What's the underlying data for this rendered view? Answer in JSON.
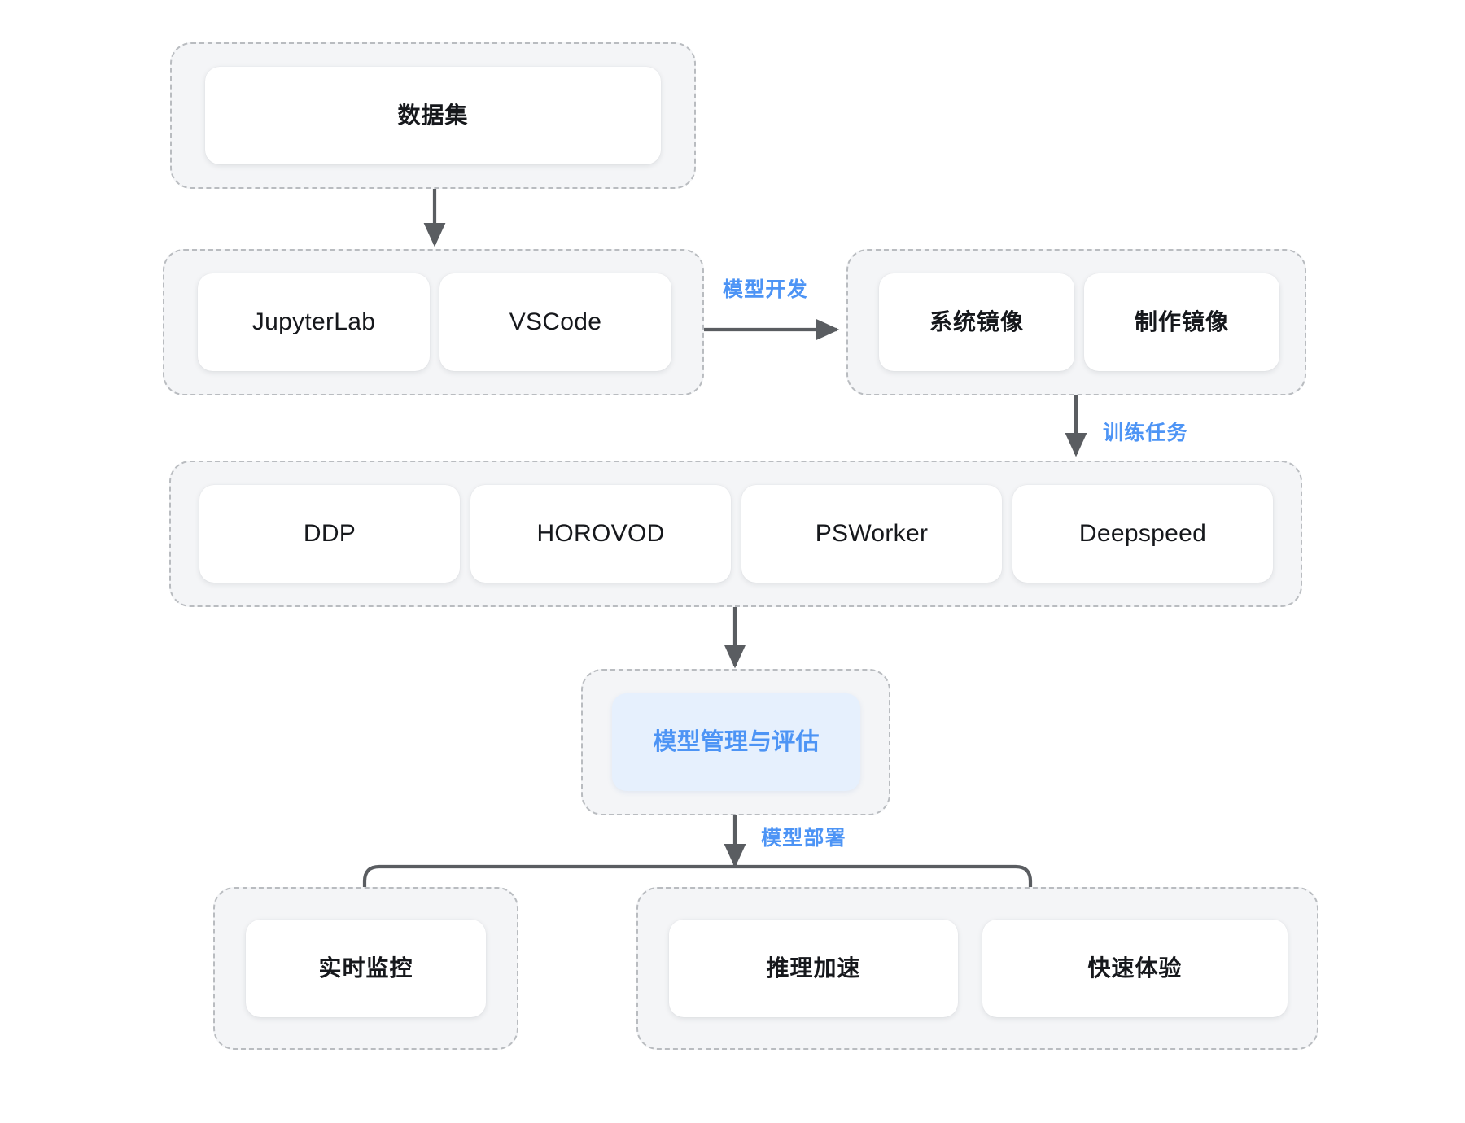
{
  "diagram": {
    "title_text": "",
    "colors": {
      "accent_blue": "#4d94f5",
      "accent_blue_bg": "#e6f0fd",
      "group_bg": "#f4f5f7",
      "group_border": "#b9bcc0",
      "card_bg": "#ffffff",
      "arrow": "#5a5d61",
      "text": "#16181c"
    },
    "groups": [
      {
        "key": "dataset_group",
        "cards": [
          "数据集"
        ]
      },
      {
        "key": "ide_group",
        "cards": [
          "JupyterLab",
          "VSCode"
        ]
      },
      {
        "key": "image_group",
        "cards": [
          "系统镜像",
          "制作镜像"
        ]
      },
      {
        "key": "training_group",
        "cards": [
          "DDP",
          "HOROVOD",
          "PSWorker",
          "Deepspeed"
        ]
      },
      {
        "key": "model_group",
        "cards": [
          "模型管理与评估"
        ]
      },
      {
        "key": "monitor_group",
        "cards": [
          "实时监控"
        ]
      },
      {
        "key": "serving_group",
        "cards": [
          "推理加速",
          "快速体验"
        ]
      }
    ],
    "cards": {
      "dataset": "数据集",
      "jupyterlab": "JupyterLab",
      "vscode": "VSCode",
      "system_image": "系统镜像",
      "build_image": "制作镜像",
      "ddp": "DDP",
      "horovod": "HOROVOD",
      "psworker": "PSWorker",
      "deepspeed": "Deepspeed",
      "model_manage": "模型管理与评估",
      "realtime_monitor": "实时监控",
      "inference_accel": "推理加速",
      "quick_try": "快速体验"
    },
    "edge_labels": {
      "model_dev": "模型开发",
      "training_task": "训练任务",
      "model_deploy": "模型部署"
    }
  }
}
